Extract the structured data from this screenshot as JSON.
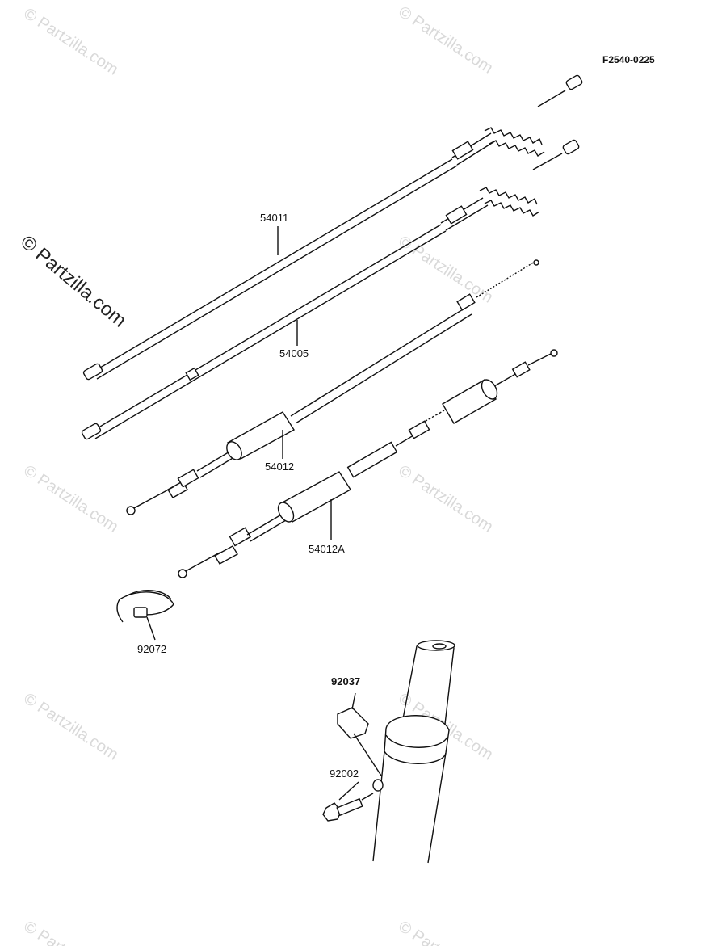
{
  "diagram": {
    "reference_code": "F2540-0225",
    "parts": [
      {
        "number": "54011"
      },
      {
        "number": "54005"
      },
      {
        "number": "54012"
      },
      {
        "number": "54012A"
      },
      {
        "number": "92072"
      },
      {
        "number": "92037"
      },
      {
        "number": "92002"
      }
    ]
  },
  "watermark": {
    "text": "© Partzilla.com"
  },
  "colors": {
    "ink": "#111111",
    "background": "#ffffff",
    "watermark": "#d9d9d9"
  }
}
